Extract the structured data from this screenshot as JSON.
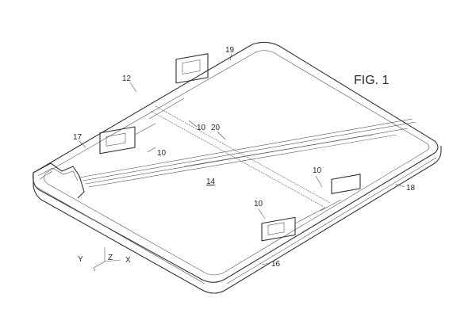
{
  "figure": {
    "title": "FIG. 1"
  },
  "labels": {
    "l19": "19",
    "l12": "12",
    "l17": "17",
    "l10a": "10",
    "l20": "20",
    "l10b": "10",
    "l14": "14",
    "l10c": "10",
    "l10d": "10",
    "l18": "18",
    "l16": "16"
  },
  "axes": {
    "y": "Y",
    "z": "Z",
    "x": "X"
  },
  "colors": {
    "ink": "#333333",
    "paper": "#ffffff"
  }
}
